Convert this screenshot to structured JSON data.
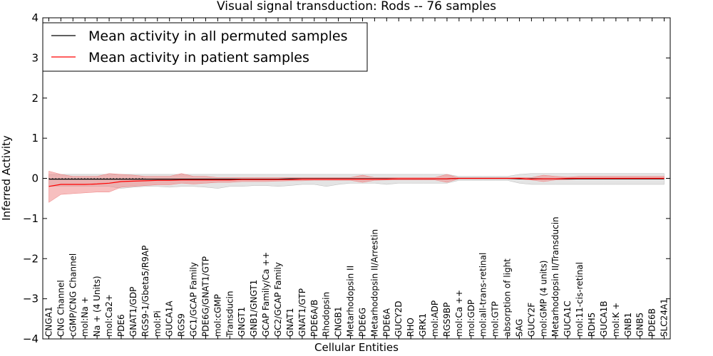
{
  "chart_data": {
    "type": "line",
    "title": "Visual signal transduction: Rods -- 76 samples",
    "xlabel": "Cellular Entities",
    "ylabel": "Inferred Activity",
    "ylim": [
      -4,
      4
    ],
    "yticks": [
      -4,
      -3,
      -2,
      -1,
      0,
      1,
      2,
      3,
      4
    ],
    "legend_position": "top-left",
    "grid": false,
    "categories": [
      "CNGA1",
      "CNG Channel",
      "cGMP/CNG Channel",
      "mol:Na +",
      "Na + (4 Units)",
      "mol:Ca2+",
      "PDE6",
      "GNAT1/GDP",
      "RGS9-1/Gbeta5/R9AP",
      "mol:Pi",
      "GUCA1A",
      "RGS9",
      "GC1/GCAP Family",
      "PDE6G/GNAT1/GTP",
      "mol:cGMP",
      "Transducin",
      "GNGT1",
      "GNB1/GNGT1",
      "GCAP Family/Ca ++",
      "GC2/GCAP Family",
      "GNAT1",
      "GNAT1/GTP",
      "PDE6A/B",
      "Rhodopsin",
      "CNGB1",
      "Metarhodopsin II",
      "PDE6G",
      "Metarhodopsin II/Arrestin",
      "PDE6A",
      "GUCY2D",
      "RHO",
      "GRK1",
      "mol:ADP",
      "RGS9BP",
      "mol:Ca ++",
      "mol:GDP",
      "mol:all-trans-retinal",
      "mol:GTP",
      "absorption of light",
      "SAG",
      "GUCY2F",
      "mol:GMP (4 units)",
      "Metarhodopsin II/Transducin",
      "GUCA1C",
      "mol:11-cis-retinal",
      "RDH5",
      "GUCA1B",
      "mol:K +",
      "GNB1",
      "GNB5",
      "PDE6B",
      "SLC24A1"
    ],
    "series": [
      {
        "name": "Mean activity in all permuted samples",
        "color": "#000000",
        "band_color": "#bbbbbb",
        "values": [
          -0.02,
          -0.02,
          -0.02,
          -0.02,
          -0.02,
          -0.02,
          -0.02,
          -0.02,
          -0.02,
          -0.02,
          -0.02,
          -0.02,
          -0.02,
          -0.02,
          -0.02,
          -0.02,
          -0.02,
          -0.02,
          -0.02,
          -0.02,
          -0.01,
          -0.01,
          -0.01,
          -0.01,
          -0.01,
          -0.01,
          -0.01,
          -0.01,
          -0.01,
          -0.01,
          -0.01,
          -0.01,
          -0.01,
          -0.01,
          0,
          0,
          0,
          0,
          0,
          -0.01,
          -0.01,
          -0.01,
          -0.01,
          -0.01,
          -0.01,
          -0.01,
          -0.01,
          -0.01,
          -0.01,
          -0.01,
          -0.01,
          -0.01
        ],
        "upper": [
          0.1,
          0.1,
          0.1,
          0.1,
          0.1,
          0.1,
          0.1,
          0.1,
          0.1,
          0.1,
          0.1,
          0.1,
          0.1,
          0.1,
          0.1,
          0.1,
          0.1,
          0.1,
          0.1,
          0.1,
          0.1,
          0.1,
          0.1,
          0.1,
          0.1,
          0.1,
          0.1,
          0.1,
          0.1,
          0.1,
          0.1,
          0.1,
          0.1,
          0.1,
          0.05,
          0.05,
          0.05,
          0.05,
          0.05,
          0.1,
          0.12,
          0.12,
          0.12,
          0.12,
          0.12,
          0.12,
          0.12,
          0.12,
          0.12,
          0.12,
          0.12,
          0.12
        ],
        "lower": [
          -0.2,
          -0.2,
          -0.2,
          -0.2,
          -0.2,
          -0.2,
          -0.25,
          -0.22,
          -0.2,
          -0.2,
          -0.22,
          -0.2,
          -0.2,
          -0.22,
          -0.25,
          -0.2,
          -0.2,
          -0.18,
          -0.18,
          -0.2,
          -0.18,
          -0.15,
          -0.15,
          -0.2,
          -0.15,
          -0.12,
          -0.12,
          -0.12,
          -0.15,
          -0.12,
          -0.12,
          -0.12,
          -0.12,
          -0.12,
          -0.05,
          -0.05,
          -0.05,
          -0.05,
          -0.05,
          -0.12,
          -0.15,
          -0.15,
          -0.15,
          -0.15,
          -0.15,
          -0.15,
          -0.15,
          -0.15,
          -0.15,
          -0.15,
          -0.15,
          -0.15
        ]
      },
      {
        "name": "Mean activity in patient samples",
        "color": "#ff0000",
        "band_color": "#f08080",
        "values": [
          -0.2,
          -0.15,
          -0.15,
          -0.15,
          -0.14,
          -0.12,
          -0.08,
          -0.07,
          -0.06,
          -0.05,
          -0.05,
          -0.04,
          -0.04,
          -0.04,
          -0.04,
          -0.04,
          -0.03,
          -0.03,
          -0.03,
          -0.03,
          -0.03,
          -0.02,
          -0.02,
          -0.02,
          -0.02,
          -0.02,
          -0.02,
          -0.02,
          -0.02,
          -0.01,
          -0.01,
          -0.01,
          -0.01,
          -0.01,
          0,
          0,
          0,
          0,
          0,
          0,
          -0.02,
          -0.01,
          -0.01,
          0,
          0,
          0,
          0,
          0,
          0,
          0,
          0,
          0
        ],
        "upper": [
          0.18,
          0.1,
          0.05,
          0.05,
          0.05,
          0.12,
          0.1,
          0.08,
          0.05,
          0.05,
          0.05,
          0.12,
          0.05,
          0.05,
          0.02,
          0.02,
          0.02,
          0.02,
          0.02,
          0.02,
          0.02,
          0.02,
          0.02,
          0.02,
          0.02,
          0.02,
          0.08,
          0.02,
          0.02,
          0.02,
          0.02,
          0.02,
          0.02,
          0.1,
          0.01,
          0.01,
          0.01,
          0.01,
          0.01,
          0.02,
          0.02,
          0.08,
          0.05,
          0.03,
          0.05,
          0.05,
          0.05,
          0.05,
          0.05,
          0.05,
          0.05,
          0.05
        ],
        "lower": [
          -0.6,
          -0.4,
          -0.38,
          -0.36,
          -0.34,
          -0.34,
          -0.22,
          -0.2,
          -0.18,
          -0.16,
          -0.16,
          -0.12,
          -0.14,
          -0.12,
          -0.1,
          -0.1,
          -0.08,
          -0.08,
          -0.08,
          -0.07,
          -0.06,
          -0.06,
          -0.05,
          -0.05,
          -0.05,
          -0.05,
          -0.1,
          -0.05,
          -0.04,
          -0.04,
          -0.04,
          -0.04,
          -0.04,
          -0.1,
          -0.01,
          -0.01,
          -0.01,
          -0.01,
          -0.01,
          -0.02,
          -0.04,
          -0.08,
          -0.04,
          -0.03,
          -0.02,
          -0.02,
          -0.02,
          -0.02,
          -0.02,
          -0.02,
          -0.02,
          -0.02
        ]
      }
    ],
    "reference_line": {
      "y": 0,
      "style": "dotted",
      "x_end_index": 8
    }
  }
}
